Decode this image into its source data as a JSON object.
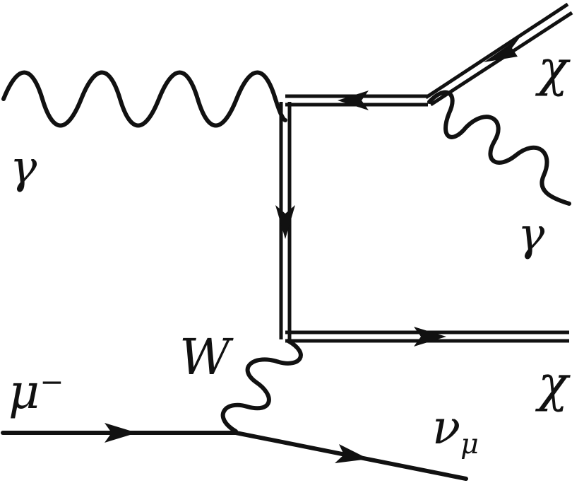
{
  "diagram": {
    "labels": {
      "photon_in": "γ",
      "photon_out": "γ",
      "chi_top": "χ",
      "chi_bottom": "χ",
      "w_boson": "W",
      "muon": "μ",
      "muon_charge": "−",
      "neutrino": "ν",
      "neutrino_flavor": "μ"
    }
  }
}
